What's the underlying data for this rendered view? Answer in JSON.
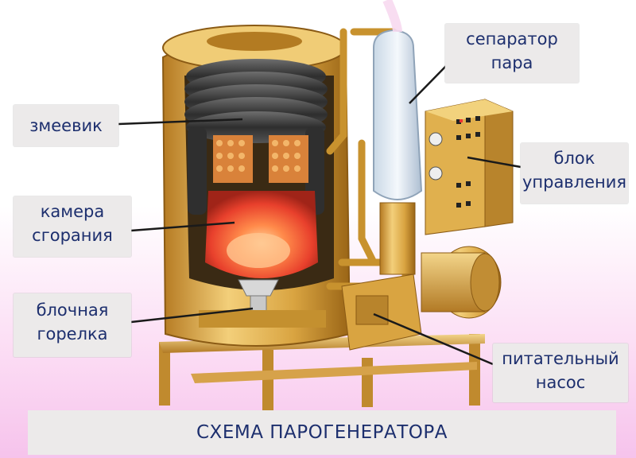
{
  "labels": {
    "coil": "змеевик",
    "chamber_line1": "камера",
    "chamber_line2": "сгорания",
    "burner_line1": "блочная",
    "burner_line2": "горелка",
    "separator_line1": "сепаратор",
    "separator_line2": "пара",
    "control_line1": "блок",
    "control_line2": "управления",
    "pump_line1": "питательный",
    "pump_line2": "насос"
  },
  "caption": "СХЕМА ПАРОГЕНЕРАТОРА",
  "colors": {
    "brass": "#d9a441",
    "brass_dark": "#a8721c",
    "flame": "#ff5a3c",
    "label_text": "#1d2f6e",
    "label_bg": "#eceaea"
  }
}
